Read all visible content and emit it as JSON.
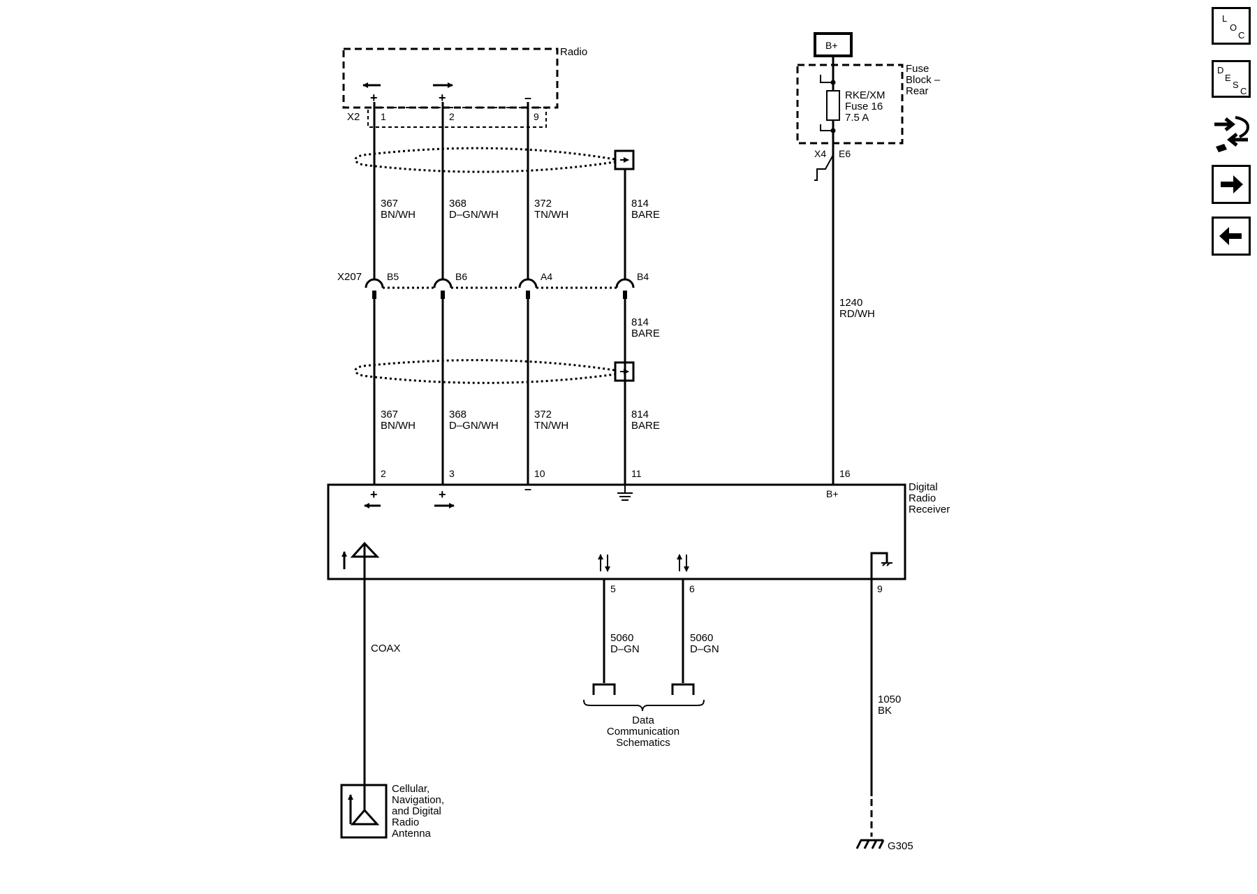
{
  "radio": {
    "name": "Radio",
    "connector": "X2",
    "pins": [
      "1",
      "2",
      "9"
    ],
    "signs": [
      "+",
      "+",
      "–"
    ]
  },
  "fuse_block": {
    "name": [
      "Fuse",
      "Block –",
      "Rear"
    ],
    "supply": "B+",
    "fuse": [
      "RKE/XM",
      "Fuse 16",
      "7.5 A"
    ],
    "connector": "X4",
    "pin": "E6"
  },
  "wires_upper": [
    {
      "circuit": "367",
      "color": "BN/WH"
    },
    {
      "circuit": "368",
      "color": "D–GN/WH"
    },
    {
      "circuit": "372",
      "color": "TN/WH"
    },
    {
      "circuit": "814",
      "color": "BARE"
    }
  ],
  "inline_connector": {
    "name": "X207",
    "pins": [
      "B5",
      "B6",
      "A4",
      "B4"
    ]
  },
  "drain_mid": {
    "circuit": "814",
    "color": "BARE"
  },
  "wires_lower": [
    {
      "circuit": "367",
      "color": "BN/WH"
    },
    {
      "circuit": "368",
      "color": "D–GN/WH"
    },
    {
      "circuit": "372",
      "color": "TN/WH"
    },
    {
      "circuit": "814",
      "color": "BARE"
    }
  ],
  "supply_wire": {
    "circuit": "1240",
    "color": "RD/WH"
  },
  "receiver": {
    "name": [
      "Digital",
      "Radio",
      "Receiver"
    ],
    "top_pins": [
      "2",
      "3",
      "10",
      "11",
      "16"
    ],
    "top_signs": [
      "+",
      "+",
      "–"
    ],
    "bplus": "B+",
    "bottom_pins": [
      "5",
      "6",
      "9"
    ]
  },
  "coax": "COAX",
  "data_wires": [
    {
      "circuit": "5060",
      "color": "D–GN"
    },
    {
      "circuit": "5060",
      "color": "D–GN"
    }
  ],
  "data_ref": [
    "Data",
    "Communication",
    "Schematics"
  ],
  "ground_wire": {
    "circuit": "1050",
    "color": "BK"
  },
  "ground": "G305",
  "antenna": [
    "Cellular,",
    "Navigation,",
    "and Digital",
    "Radio",
    "Antenna"
  ],
  "nav_buttons": [
    {
      "letters": [
        "L",
        "O",
        "C"
      ],
      "icon": "location-icon"
    },
    {
      "letters": [
        "D",
        "E",
        "S",
        "C"
      ],
      "icon": "description-icon"
    },
    {
      "icon": "connector-tool-icon"
    },
    {
      "icon": "arrow-right-icon"
    },
    {
      "icon": "arrow-left-icon"
    }
  ]
}
